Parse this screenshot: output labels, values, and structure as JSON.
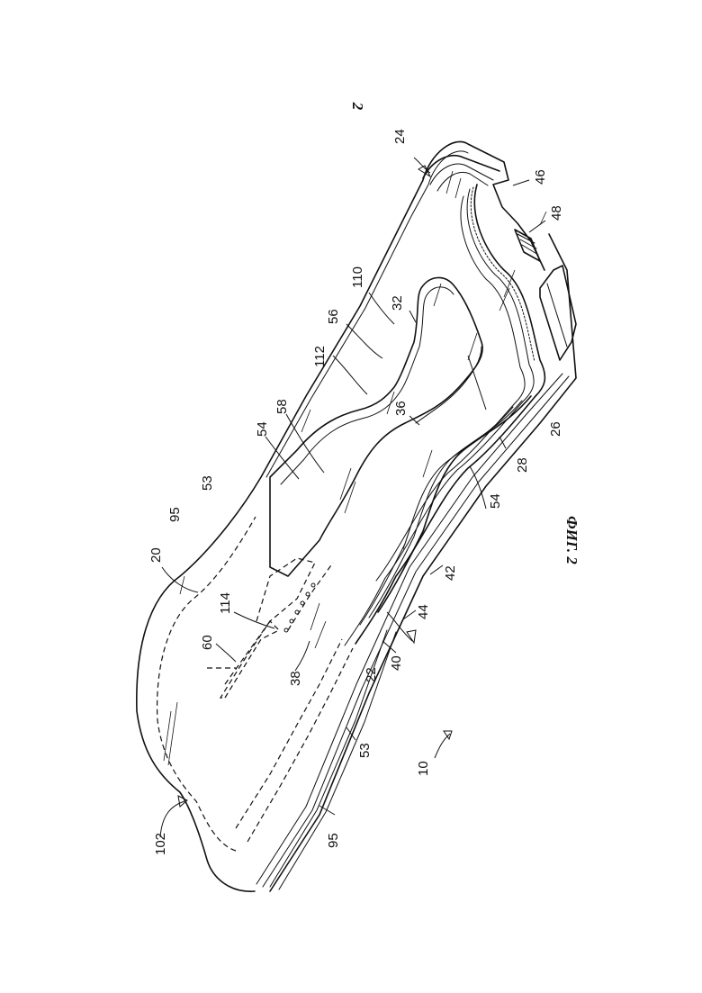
{
  "page_number": "2",
  "figure_caption": "ФИГ. 2",
  "reference_labels": {
    "r24": "24",
    "r2": "2",
    "r46": "46",
    "r48": "48",
    "r110": "110",
    "r32": "32",
    "r56": "56",
    "r112": "112",
    "r58": "58",
    "r54a": "54",
    "r53a": "53",
    "r95a": "95",
    "r36": "36",
    "r26": "26",
    "r28": "28",
    "r20": "20",
    "r54b": "54",
    "r114": "114",
    "r60": "60",
    "r42": "42",
    "r44": "44",
    "r40": "40",
    "r22": "22",
    "r38": "38",
    "r53b": "53",
    "r10": "10",
    "r102": "102",
    "r95b": "95"
  }
}
